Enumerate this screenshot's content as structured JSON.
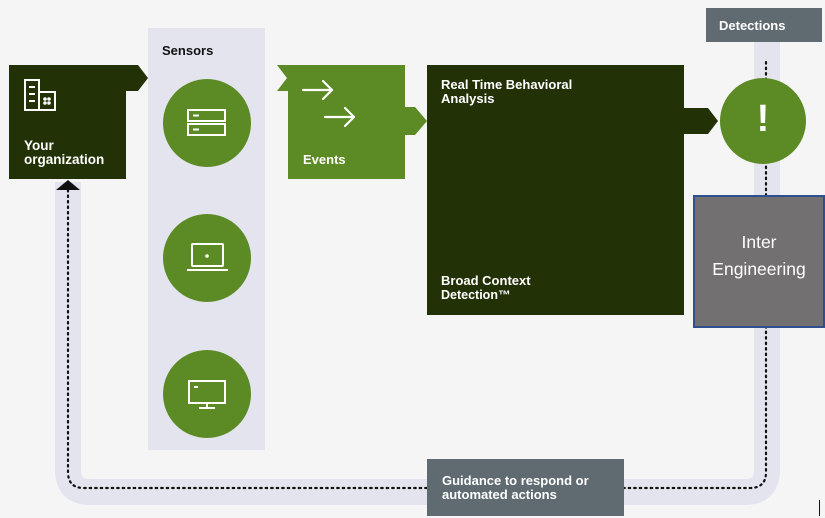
{
  "org": {
    "line1": "Your",
    "line2": "organization",
    "icon": "building-icon"
  },
  "sensors": {
    "title": "Sensors",
    "items": [
      {
        "icon": "server-icon"
      },
      {
        "icon": "laptop-icon"
      },
      {
        "icon": "monitor-icon"
      }
    ]
  },
  "events": {
    "label": "Events",
    "icon": "arrows-icon"
  },
  "analysis": {
    "title_line1": "Real Time Behavioral",
    "title_line2": "Analysis",
    "footer_line1": "Broad Context",
    "footer_line2": "Detection™"
  },
  "detections": {
    "label": "Detections",
    "icon_text": "!"
  },
  "inter": {
    "line1": "Inter",
    "line2": "Engineering"
  },
  "guidance": {
    "line1": "Guidance to respond or",
    "line2": "automated actions"
  },
  "colors": {
    "dark_green": "#233107",
    "mid_green": "#5c8a24",
    "light_panel": "#e3e4ee",
    "slate": "#5f6b71",
    "inter_gray": "#727070",
    "inter_border": "#2f4f8f"
  }
}
